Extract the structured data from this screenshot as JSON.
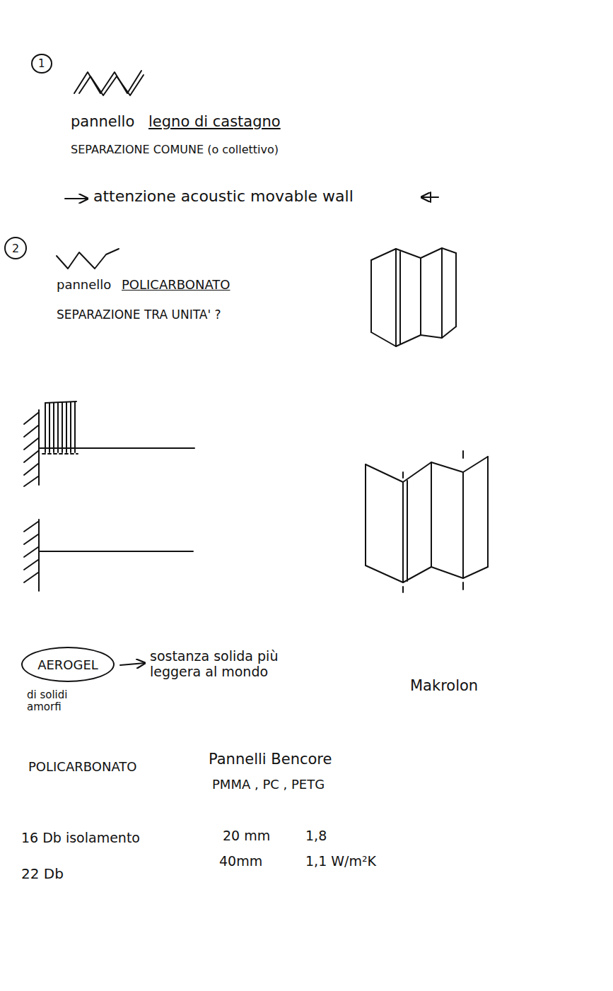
{
  "diagram": {
    "nodes": [
      {
        "text": [
          "1"
        ]
      },
      {
        "text": [
          "2"
        ]
      },
      {
        "text": [
          "AEROGEL"
        ]
      }
    ],
    "labels": [
      "pannello",
      "legno di castagno",
      "SEPARAZIONE COMUNE (o collettivo)",
      "attenzione acoustic movable wall",
      "pannello",
      "POLICARBONATO",
      "SEPARAZIONE TRA UNITA' ?",
      "di solidi amorfi",
      "sostanza solida più leggera al mondo",
      "Makrolon",
      "POLICARBONATO",
      "Pannelli Bencore",
      "PMMA , PC , PETG",
      "16 Db isolamento",
      "22 Db",
      "20 mm",
      "40mm",
      "1,8",
      "1,1 W/m²K"
    ]
  }
}
